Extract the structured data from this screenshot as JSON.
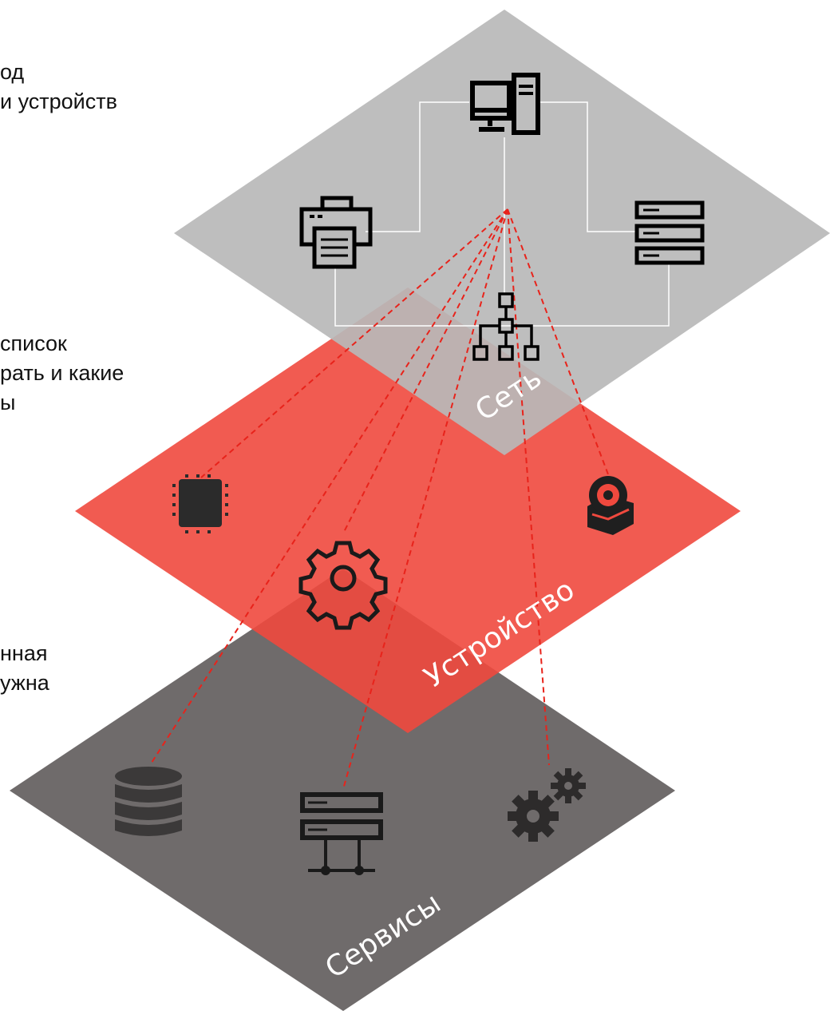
{
  "text_blocks": [
    {
      "lines": [
        "од",
        "и устройств"
      ]
    },
    {
      "lines": [
        "список",
        "рать и какие",
        "ы"
      ]
    },
    {
      "lines": [
        "нная",
        "ужна"
      ]
    }
  ],
  "layers": {
    "network": {
      "label": "Сеть",
      "color": "#b9b9b9"
    },
    "device": {
      "label": "Устройство",
      "color": "#f0493e"
    },
    "services": {
      "label": "Сервисы",
      "color": "#6f6b6b"
    }
  },
  "icons": {
    "network": [
      "computer-icon",
      "printer-icon",
      "server-rack-icon",
      "network-hierarchy-icon"
    ],
    "device": [
      "chip-icon",
      "gear-icon",
      "disk-drive-icon"
    ],
    "services": [
      "database-icon",
      "network-server-icon",
      "gears-icon"
    ]
  },
  "connector_color": "#e8231b"
}
